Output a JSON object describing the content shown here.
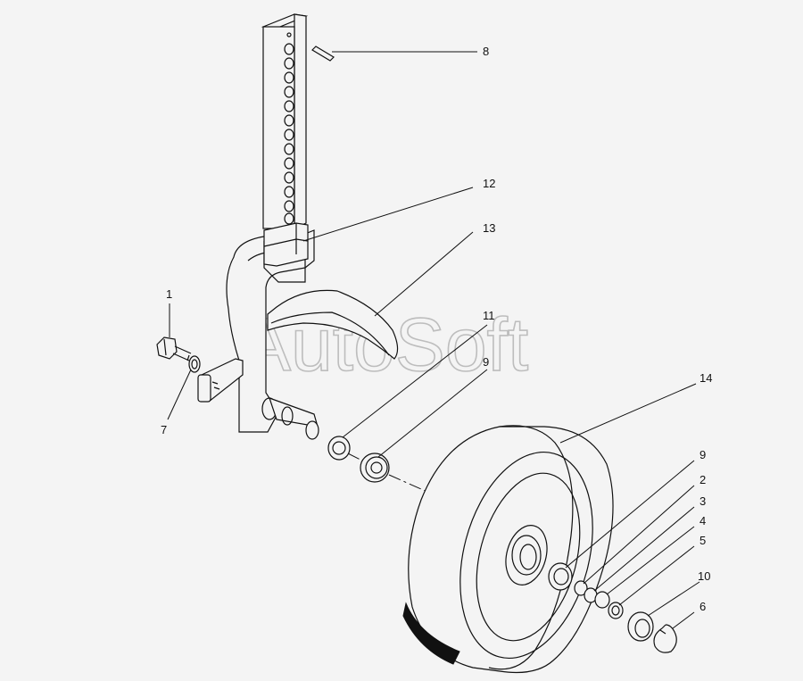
{
  "watermark": "AutoSoft",
  "callouts": [
    {
      "id": "p8",
      "label": "8"
    },
    {
      "id": "p12",
      "label": "12"
    },
    {
      "id": "p13",
      "label": "13"
    },
    {
      "id": "p1",
      "label": "1"
    },
    {
      "id": "p11",
      "label": "11"
    },
    {
      "id": "p9a",
      "label": "9"
    },
    {
      "id": "p7",
      "label": "7"
    },
    {
      "id": "p14",
      "label": "14"
    },
    {
      "id": "p9b",
      "label": "9"
    },
    {
      "id": "p2",
      "label": "2"
    },
    {
      "id": "p3",
      "label": "3"
    },
    {
      "id": "p4",
      "label": "4"
    },
    {
      "id": "p5",
      "label": "5"
    },
    {
      "id": "p10",
      "label": "10"
    },
    {
      "id": "p6",
      "label": "6"
    }
  ]
}
